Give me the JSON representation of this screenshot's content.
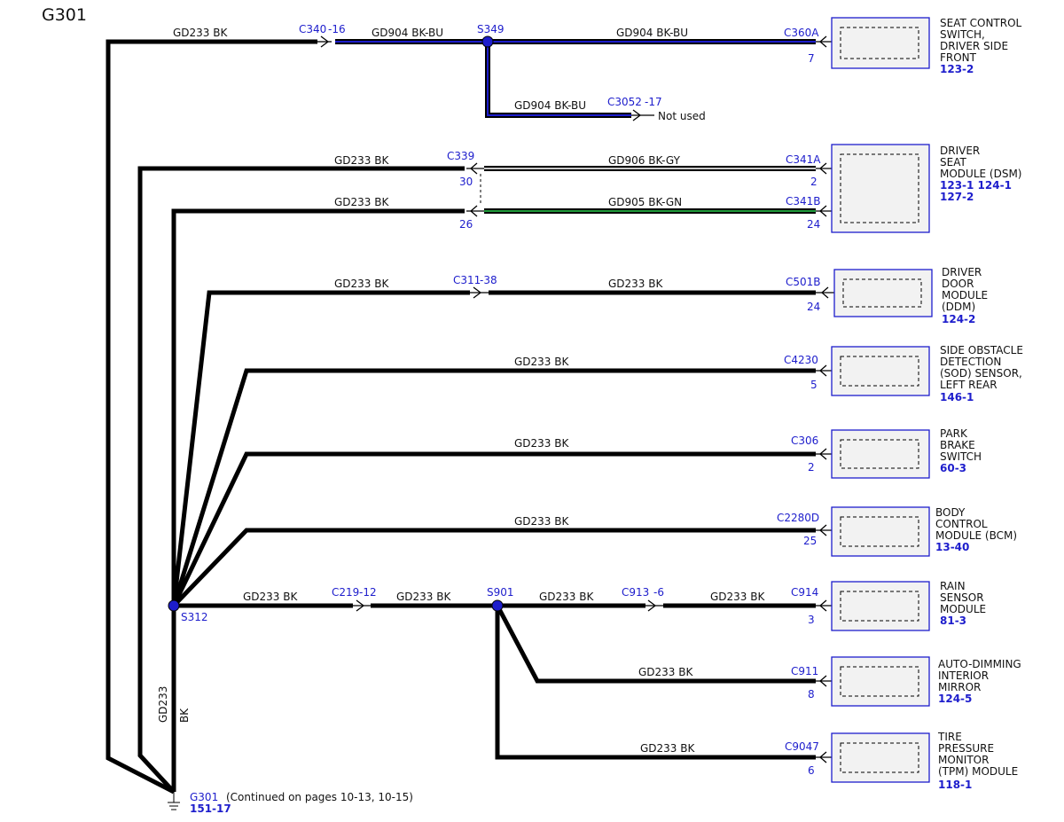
{
  "page_title": "G301",
  "wire_label": "GD233 BK",
  "wire_circuit": "GD233",
  "wire_color": "BK",
  "splices": {
    "s349": "S349",
    "s312": "S312",
    "s901": "S901"
  },
  "ground": {
    "name": "G301",
    "note": "(Continued on pages 10-13, 10-15)",
    "ref": "151-17"
  },
  "inline_connectors": {
    "c340": "C340",
    "c340_pin": "-16",
    "c3052": "C3052",
    "c3052_pin": "-17",
    "c339": "C339",
    "c339_pin_a": "30",
    "c339_pin_b": "26",
    "c311": "C311",
    "c311_pin": "-38",
    "c219": "C219",
    "c219_pin": "-12",
    "c913": "C913",
    "c913_pin": "-6"
  },
  "wires": {
    "gd904": "GD904 BK-BU",
    "gd906": "GD906 BK-GY",
    "gd905": "GD905 BK-GN",
    "not_used": "Not used"
  },
  "colors": {
    "black": "#000000",
    "blue_stripe": "#1d1dcc",
    "gray_stripe": "#c8c8c8",
    "green_stripe": "#1f9a3a",
    "label_blue": "#1d1dcc",
    "component_fill": "#f2f2f2"
  },
  "components": [
    {
      "key": "seat_switch",
      "connector": "C360A",
      "pins": [
        "7"
      ],
      "lines": [
        "SEAT CONTROL",
        "SWITCH,",
        "DRIVER SIDE",
        "FRONT"
      ],
      "refs": "123-2"
    },
    {
      "key": "dsm",
      "connectors": [
        "C341A",
        "C341B"
      ],
      "pins": [
        "2",
        "24"
      ],
      "lines": [
        "DRIVER",
        "SEAT",
        "MODULE (DSM)"
      ],
      "refs": "123-1  124-1",
      "refs2": "127-2"
    },
    {
      "key": "ddm",
      "connector": "C501B",
      "pins": [
        "24"
      ],
      "lines": [
        "DRIVER",
        "DOOR",
        "MODULE",
        "(DDM)"
      ],
      "refs": "124-2"
    },
    {
      "key": "sod",
      "connector": "C4230",
      "pins": [
        "5"
      ],
      "lines": [
        "SIDE OBSTACLE",
        "DETECTION",
        "(SOD) SENSOR,",
        "LEFT REAR"
      ],
      "refs": "146-1"
    },
    {
      "key": "park_brake",
      "connector": "C306",
      "pins": [
        "2"
      ],
      "lines": [
        "PARK",
        "BRAKE",
        "SWITCH"
      ],
      "refs": "60-3"
    },
    {
      "key": "bcm",
      "connector": "C2280D",
      "pins": [
        "25"
      ],
      "lines": [
        "BODY",
        "CONTROL",
        "MODULE (BCM)"
      ],
      "refs": "13-40"
    },
    {
      "key": "rain",
      "connector": "C914",
      "pins": [
        "3"
      ],
      "lines": [
        "RAIN",
        "SENSOR",
        "MODULE"
      ],
      "refs": "81-3"
    },
    {
      "key": "mirror",
      "connector": "C911",
      "pins": [
        "8"
      ],
      "lines": [
        "AUTO-DIMMING",
        "INTERIOR",
        "MIRROR"
      ],
      "refs": "124-5"
    },
    {
      "key": "tpm",
      "connector": "C9047",
      "pins": [
        "6"
      ],
      "lines": [
        "TIRE",
        "PRESSURE",
        "MONITOR",
        "(TPM) MODULE"
      ],
      "refs": "118-1"
    }
  ]
}
